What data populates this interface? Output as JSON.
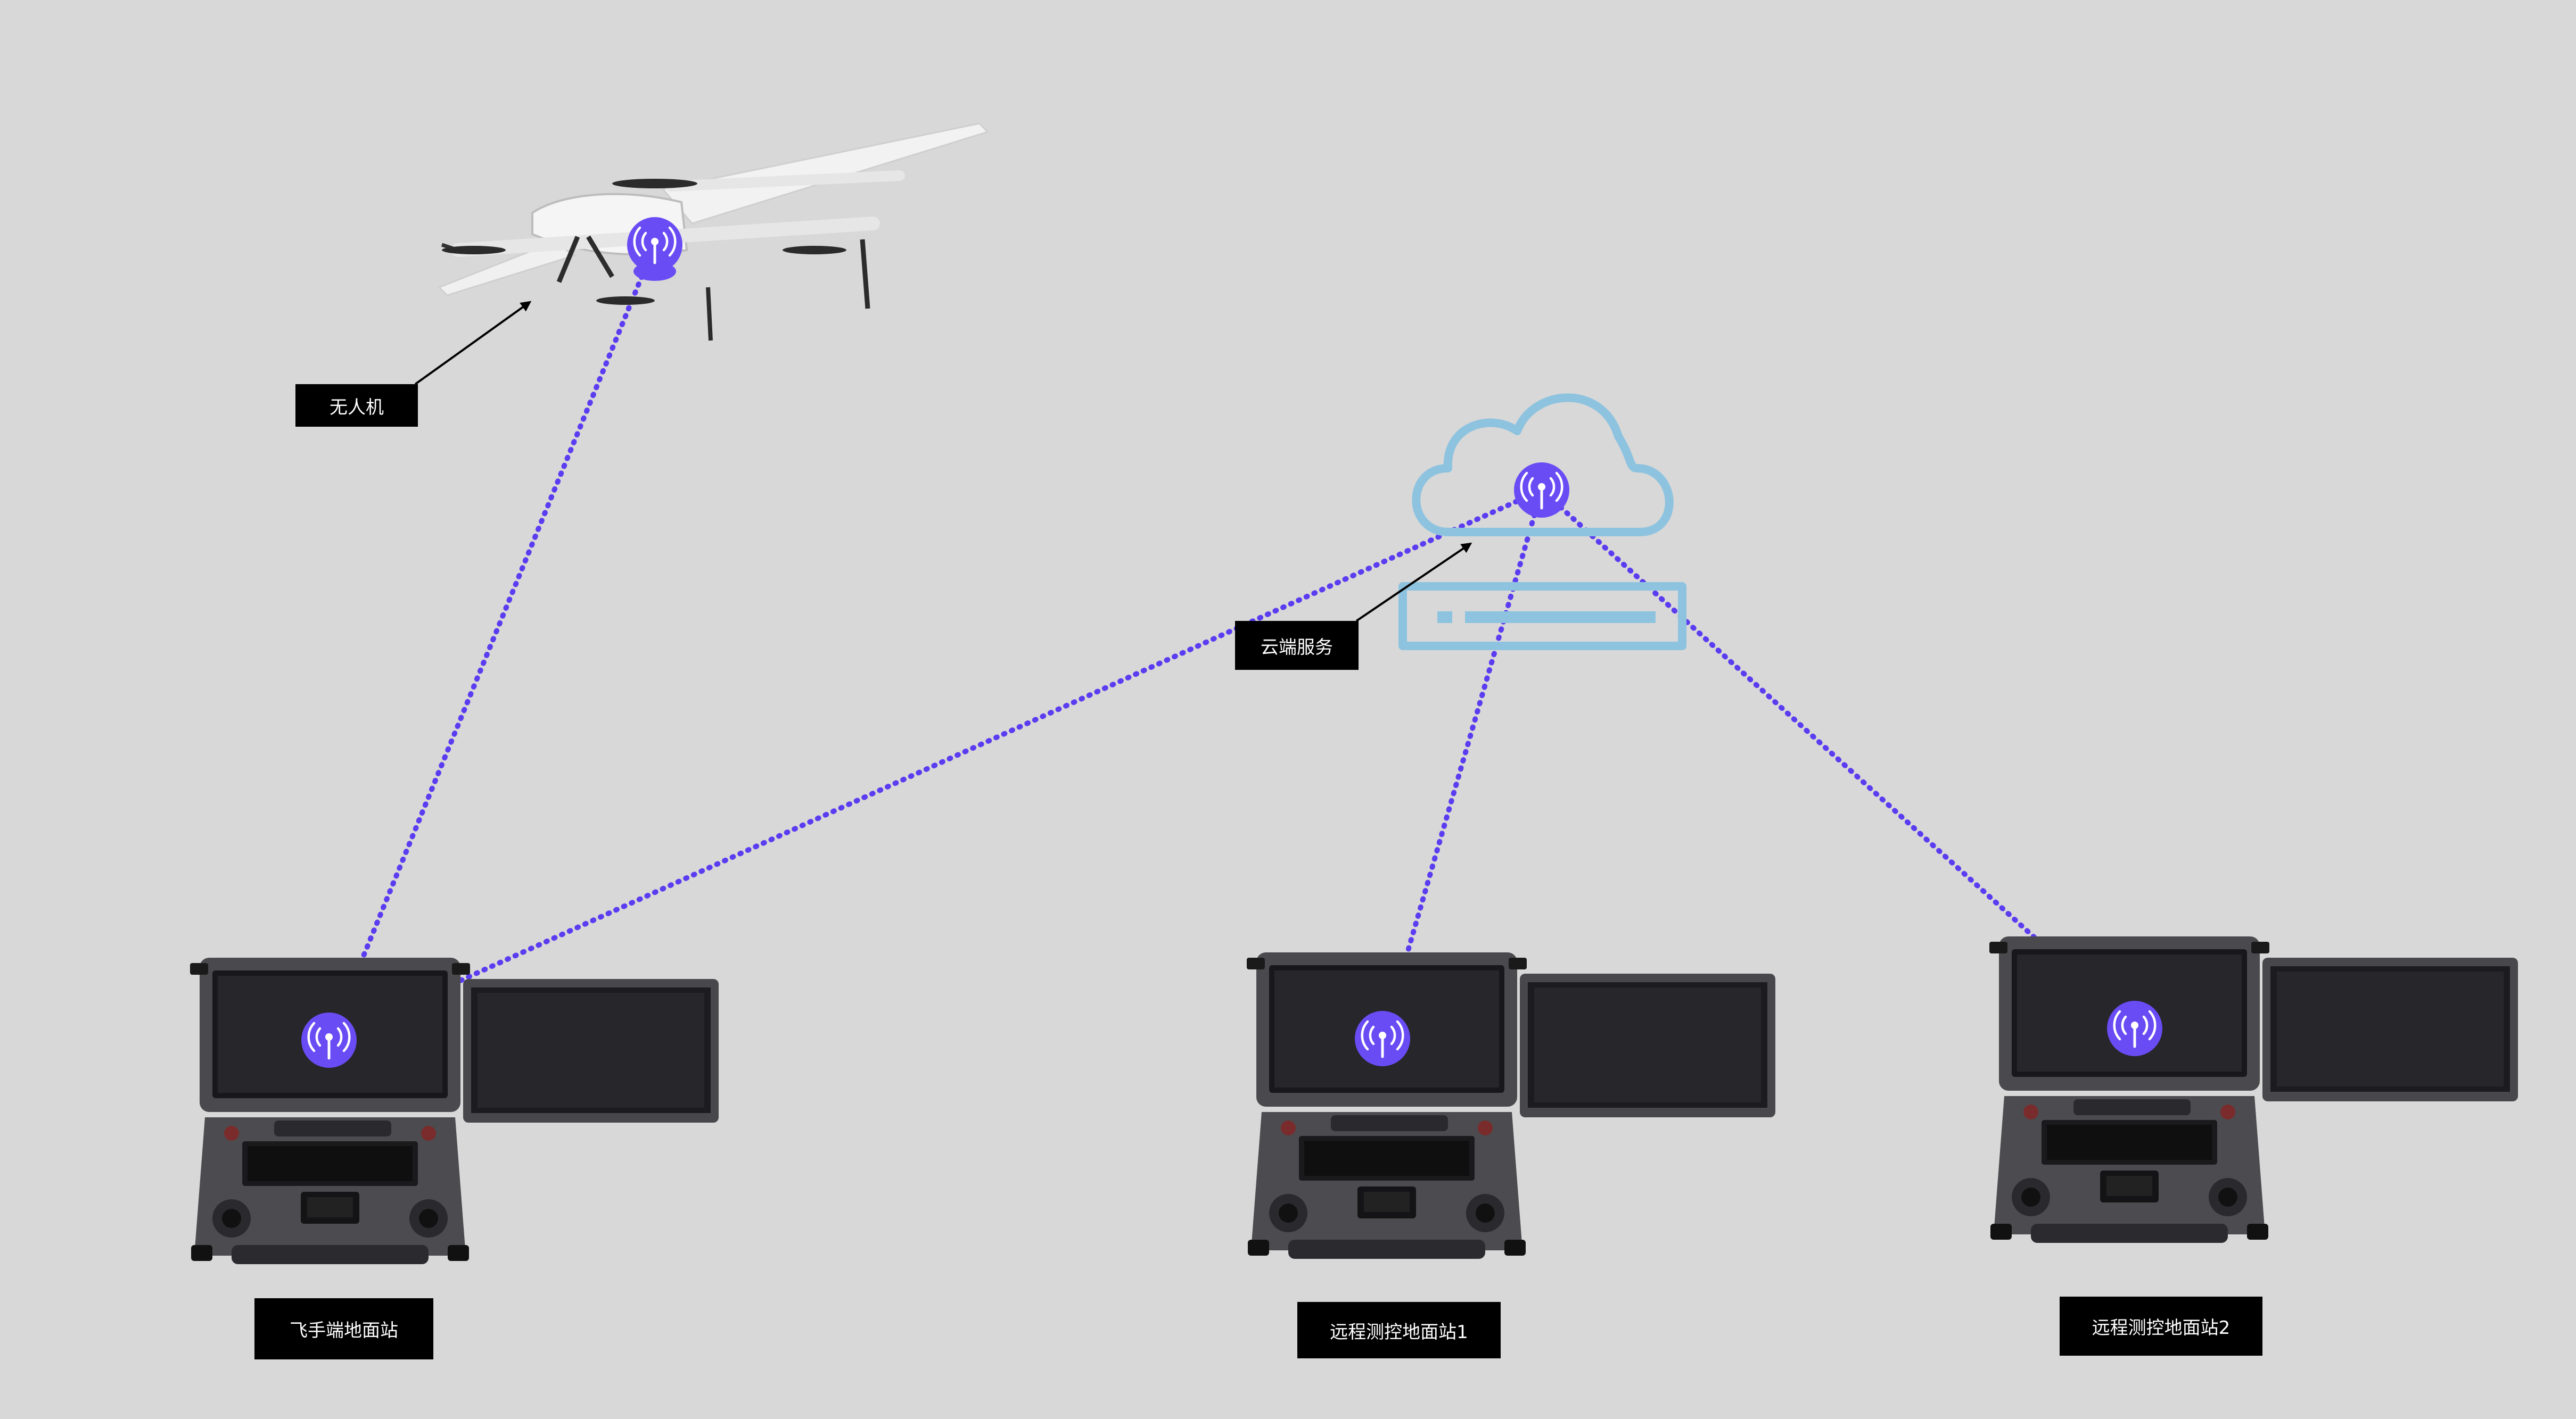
{
  "labels": {
    "drone": "无人机",
    "cloud": "云端服务",
    "pilot_station": "飞手端地面站",
    "remote_station_1": "远程测控地面站1",
    "remote_station_2": "远程测控地面站2"
  },
  "colors": {
    "background": "#d8d8d8",
    "link": "#5b3cf0",
    "node": "#6a4cf5",
    "cloud_outline": "#8ec3df",
    "label_bg": "#000000",
    "label_text": "#ffffff"
  },
  "icons": {
    "node": "antenna-signal-icon",
    "cloud": "cloud-server-icon"
  }
}
